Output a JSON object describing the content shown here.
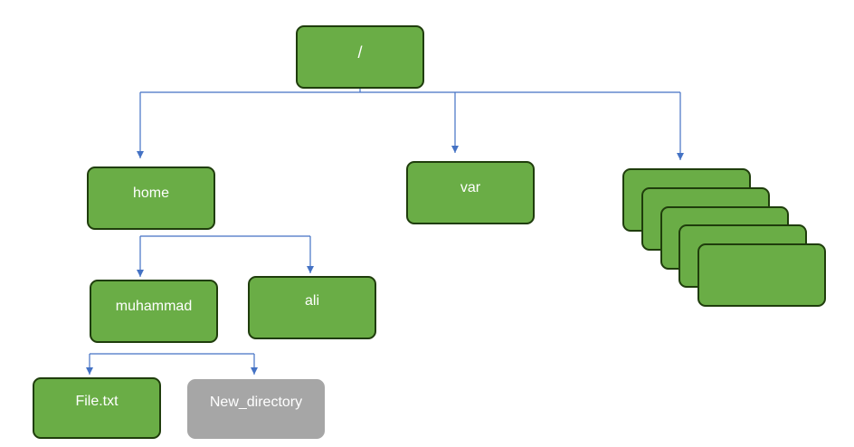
{
  "diagram": {
    "root": "/",
    "home": "home",
    "var": "var",
    "muhammad": "muhammad",
    "ali": "ali",
    "file": "File.txt",
    "new_directory": "New_directory"
  },
  "colors": {
    "node_fill": "#6aad46",
    "node_border": "#1f3d0c",
    "disabled_fill": "#a6a6a6",
    "connector": "#4472c4",
    "label": "#ffffff"
  }
}
